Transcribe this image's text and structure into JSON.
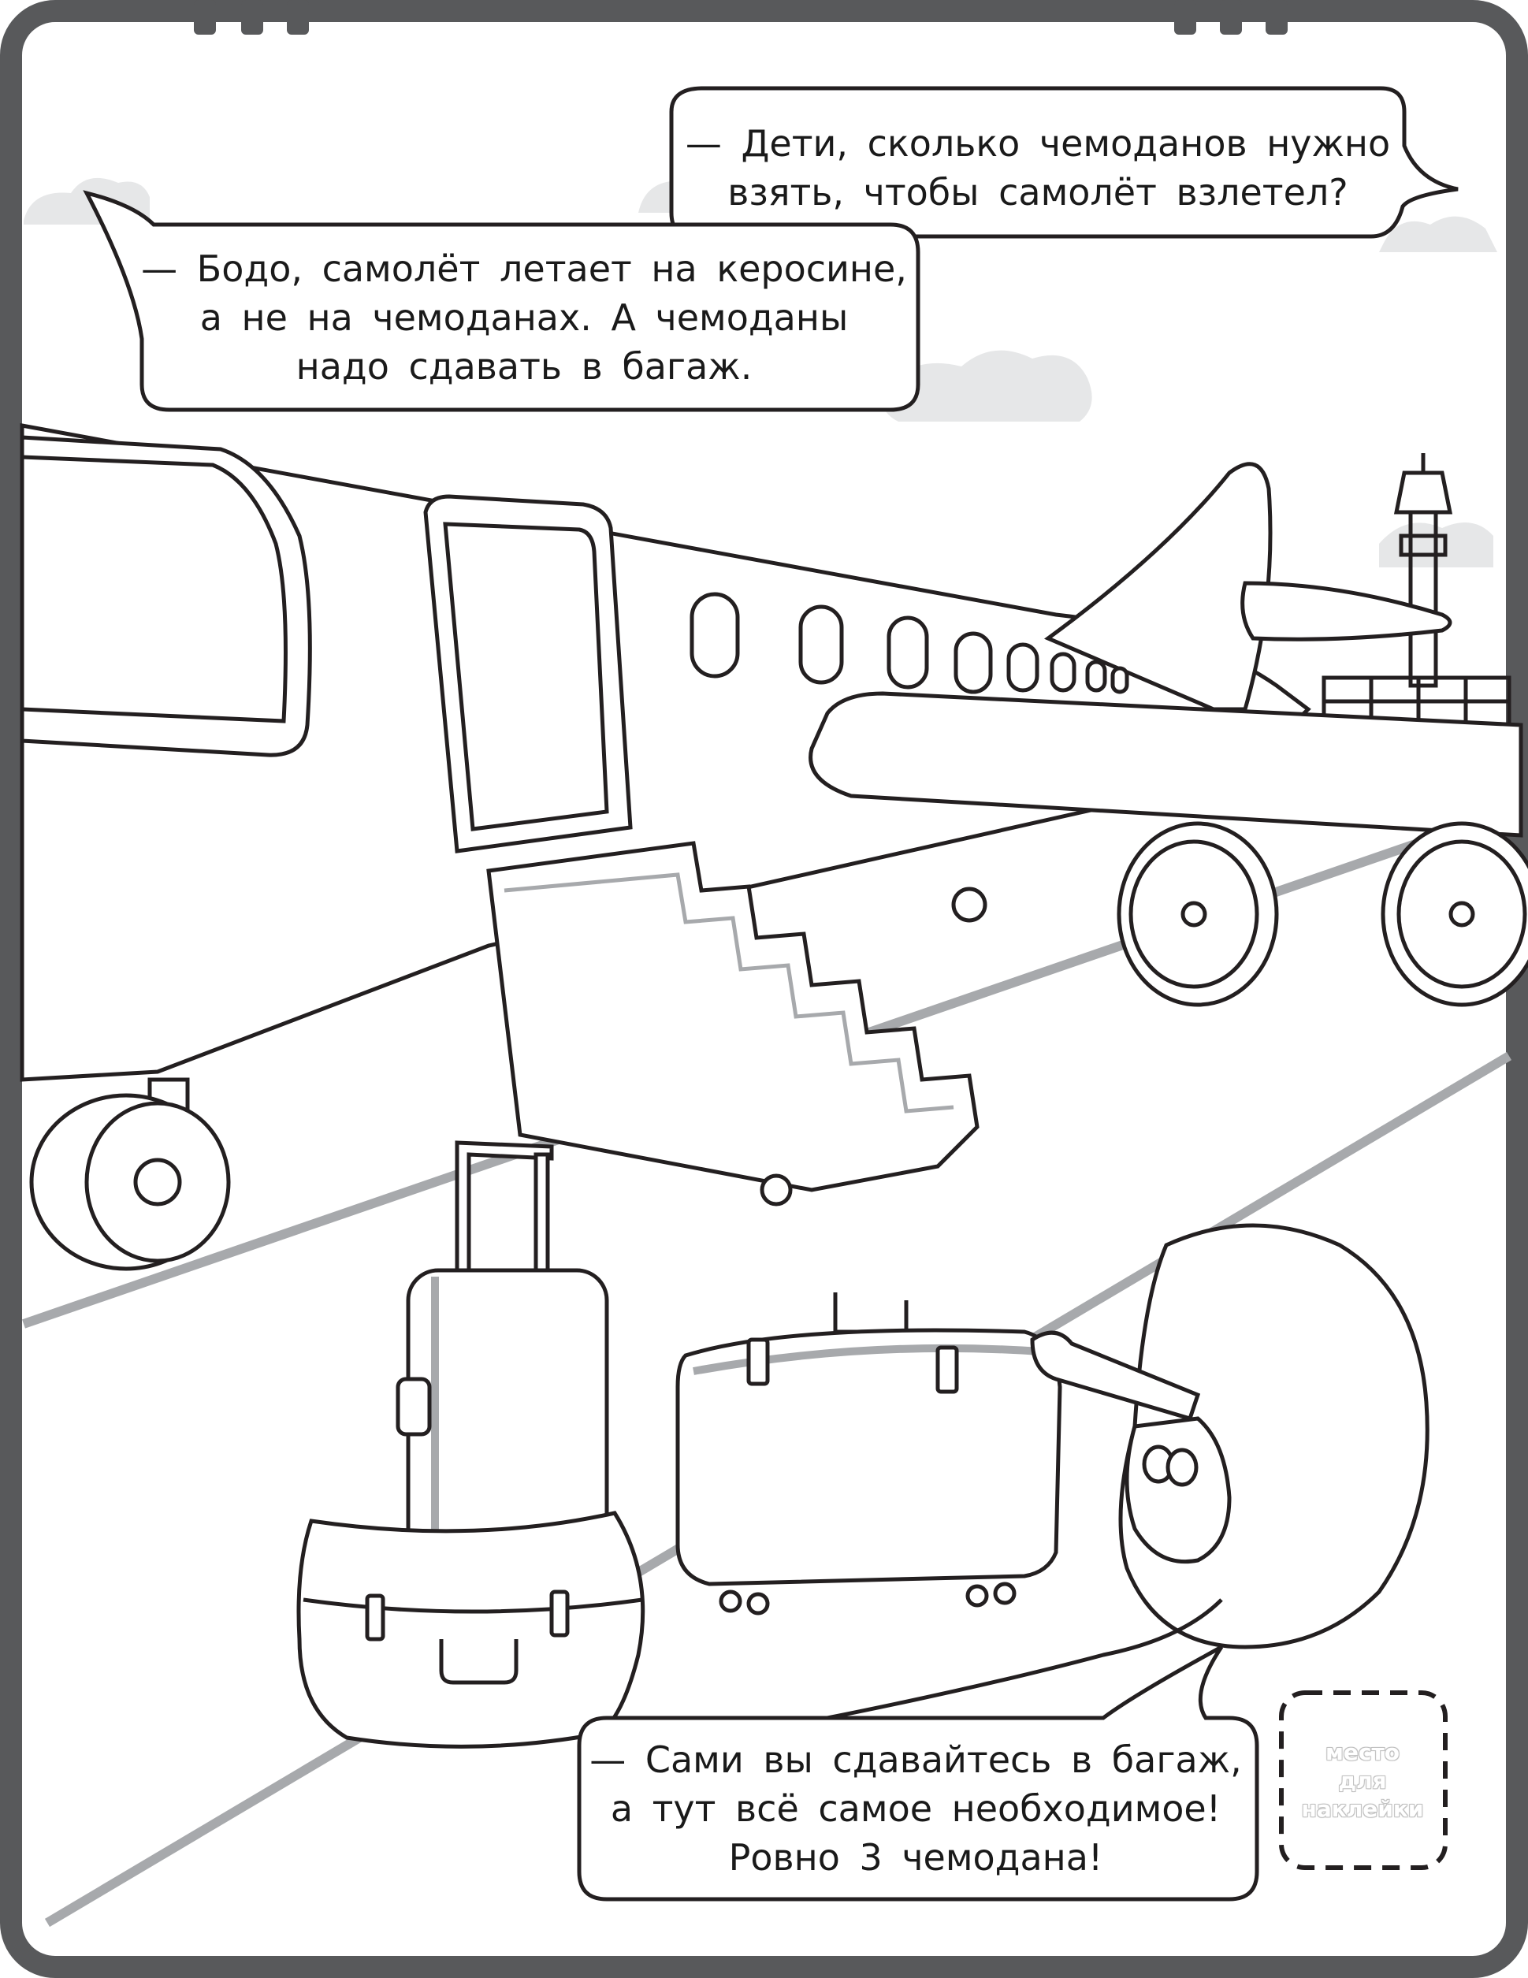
{
  "bubbles": {
    "top_right": {
      "line1": "— Дети, сколько чемоданов нужно",
      "line2": "взять, чтобы самолёт взлетел?"
    },
    "top_left": {
      "line1": "— Бодо, самолёт летает на керосине,",
      "line2": "а не на чемоданах. А чемоданы",
      "line3": "надо сдавать в багаж."
    },
    "bottom": {
      "line1": "— Сами вы сдавайтесь в багаж,",
      "line2": "а тут всё самое необходимое!",
      "line3": "Ровно 3 чемодана!"
    }
  },
  "sticker": {
    "line1": "место",
    "line2": "для",
    "line3": "наклейки"
  },
  "colors": {
    "frame": "#58595b",
    "line": "#231f20",
    "accent_gray": "#a7a9ac",
    "cloud": "#e6e7e8"
  }
}
